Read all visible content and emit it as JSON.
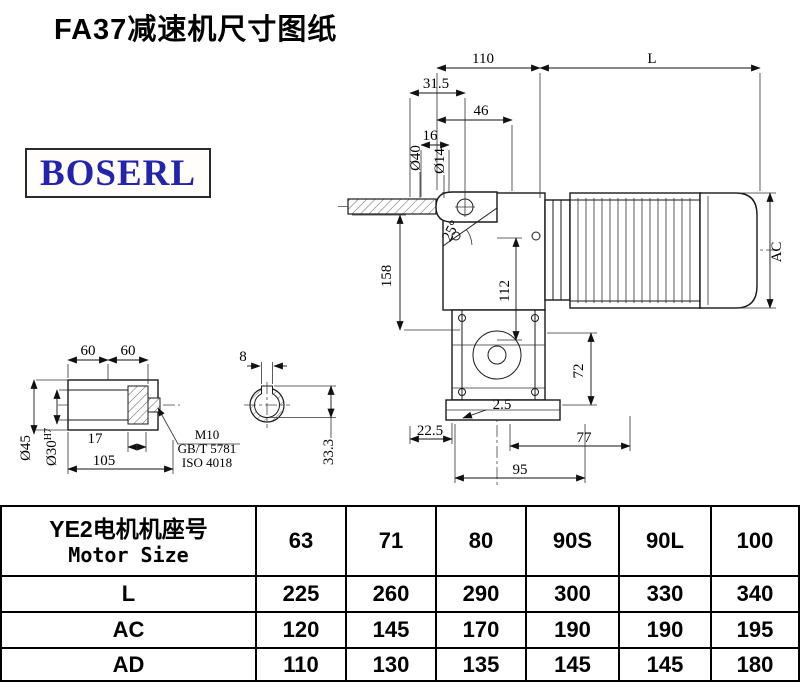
{
  "title": "FA37减速机尺寸图纸",
  "logo_text": "BOSERL",
  "drawing": {
    "dims": {
      "w110": "110",
      "L": "L",
      "w31_5": "31.5",
      "w46": "46",
      "w16": "16",
      "dia40": "Ø40",
      "dia14": "Ø14",
      "angle": "25°",
      "h158": "158",
      "h112": "112",
      "AC": "AC",
      "h72": "72",
      "t2_5": "2.5",
      "w22_5": "22.5",
      "w77": "77",
      "w95": "95"
    },
    "shaft": {
      "seg60a": "60",
      "seg60b": "60",
      "len17": "17",
      "len105": "105",
      "dia45": "Ø45",
      "dia30": "Ø30",
      "dia30_tol": "H7",
      "bolt": "M10",
      "std1": "GB/T 5781",
      "std2": "ISO 4018",
      "key8": "8",
      "key33_3": "33.3"
    }
  },
  "table": {
    "header": {
      "cn": "YE2电机机座号",
      "en": "Motor Size"
    },
    "sizes": [
      "63",
      "71",
      "80",
      "90S",
      "90L",
      "100"
    ],
    "rows": [
      {
        "label": "L",
        "values": [
          "225",
          "260",
          "290",
          "300",
          "330",
          "340"
        ]
      },
      {
        "label": "AC",
        "values": [
          "120",
          "145",
          "170",
          "190",
          "190",
          "195"
        ]
      },
      {
        "label": "AD",
        "values": [
          "110",
          "130",
          "135",
          "145",
          "145",
          "180"
        ]
      }
    ]
  }
}
